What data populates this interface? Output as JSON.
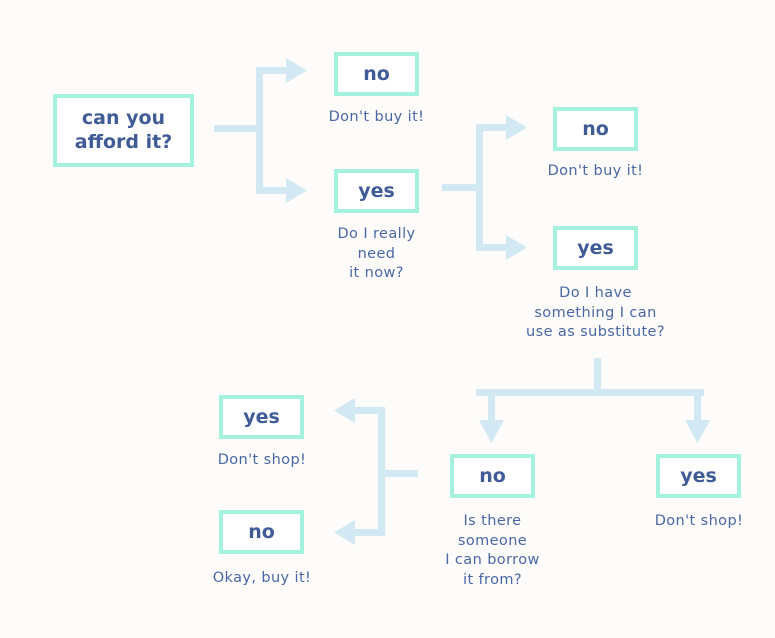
{
  "colors": {
    "box_border": "#a4f1dd",
    "text": "#3f5c97",
    "arrow": "#d2e8f3",
    "background": "#fdfcfb"
  },
  "start": {
    "line1": "can you",
    "line2": "afford it?"
  },
  "step1": {
    "no_label": "no",
    "no_caption": "Don't buy it!",
    "yes_label": "yes",
    "yes_caption": "Do I really\nneed\nit now?"
  },
  "step2": {
    "no_label": "no",
    "no_caption": "Don't buy it!",
    "yes_label": "yes",
    "yes_caption": "Do I have\nsomething I can\nuse as substitute?"
  },
  "step3": {
    "no_label": "no",
    "no_caption": "Is there\nsomeone\nI can borrow\nit from?",
    "yes_label": "yes",
    "yes_caption": "Don't shop!"
  },
  "step4": {
    "yes_label": "yes",
    "yes_caption": "Don't shop!",
    "no_label": "no",
    "no_caption": "Okay, buy it!"
  }
}
